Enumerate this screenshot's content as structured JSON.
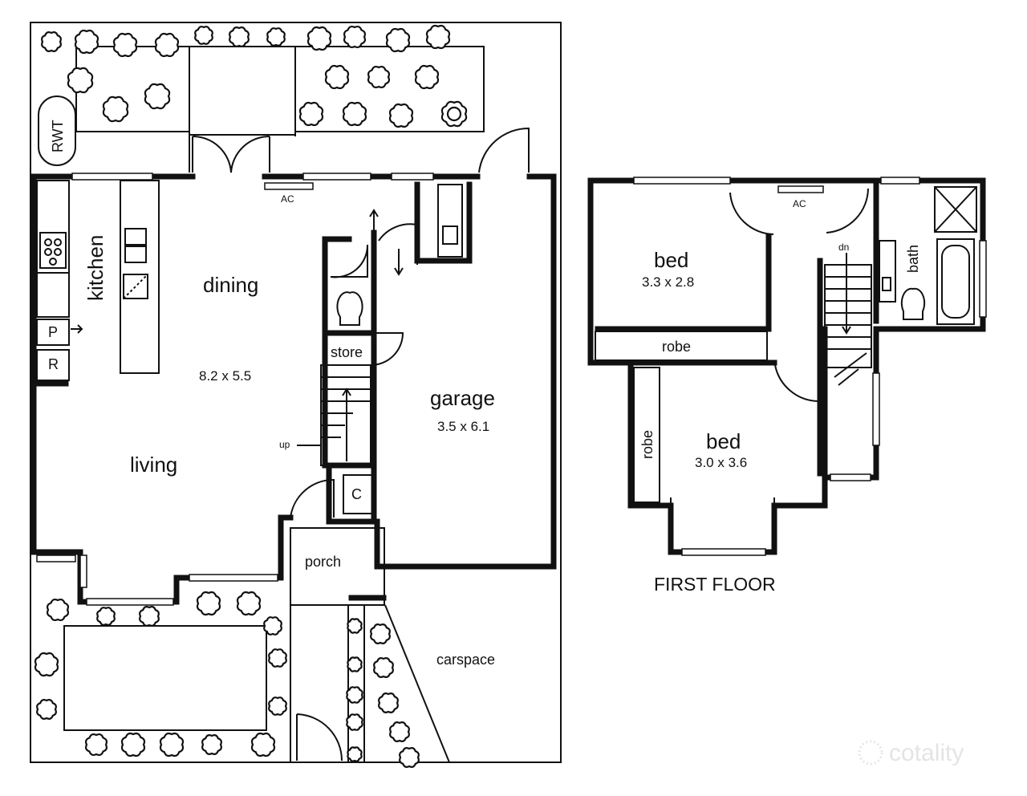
{
  "ground_floor": {
    "rooms": {
      "kitchen": "kitchen",
      "dining": "dining",
      "living_dims": "8.2 x 5.5",
      "living": "living",
      "store": "store",
      "garage": "garage",
      "garage_dims": "3.5 x 6.1",
      "porch": "porch",
      "carspace": "carspace",
      "c": "C",
      "p": "P",
      "r": "R"
    },
    "labels": {
      "rwt": "RWT",
      "ac": "AC",
      "up": "up"
    }
  },
  "first_floor": {
    "title": "FIRST FLOOR",
    "rooms": {
      "bed1": "bed",
      "bed1_dims": "3.3 x 2.8",
      "bed2": "bed",
      "bed2_dims": "3.0 x 3.6",
      "robe1": "robe",
      "robe2": "robe",
      "bath": "bath"
    },
    "labels": {
      "ac": "AC",
      "dn": "dn"
    }
  },
  "watermark": "cotality"
}
